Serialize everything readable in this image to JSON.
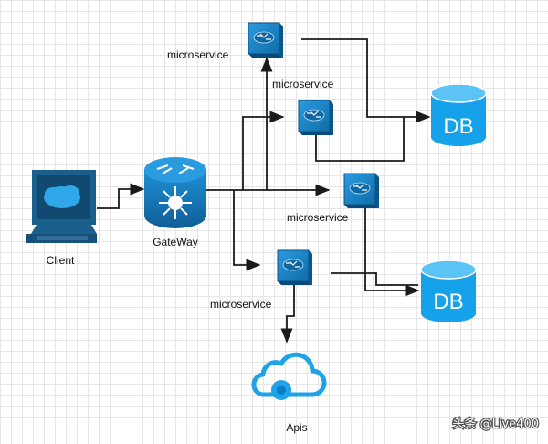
{
  "labels": {
    "client": "Client",
    "gateway": "GateWay",
    "apis": "Apis",
    "microservice_1": "microservice",
    "microservice_2": "microservice",
    "microservice_3": "microservice",
    "microservice_4": "microservice",
    "db_1": "DB",
    "db_2": "DB"
  },
  "watermark": "头条 @Live400",
  "colors": {
    "node_blue": "#1a85c8",
    "node_dark": "#0f5e8f",
    "db_blue": "#16a2ea",
    "line": "#1a1a1a",
    "client_frame": "#1b5f8c"
  },
  "icons": {
    "client": "computer-monitor-icon",
    "gateway": "gateway-router-icon",
    "microservice": "switch-box-icon",
    "db": "database-cylinder-icon",
    "apis": "cloud-api-icon"
  }
}
